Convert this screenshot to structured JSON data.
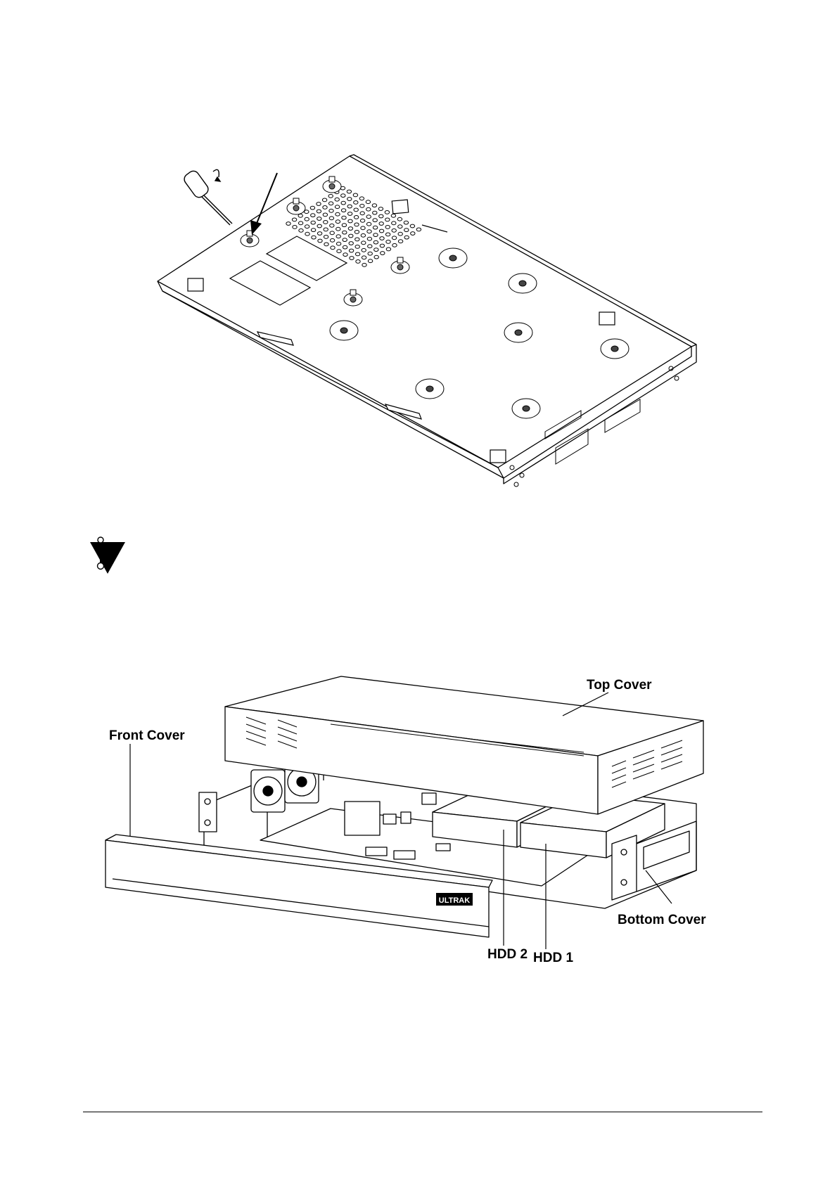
{
  "figure2": {
    "labels": {
      "top_cover": "Top Cover",
      "front_cover": "Front Cover",
      "bottom_cover": "Bottom Cover",
      "hdd2": "HDD 2",
      "hdd1": "HDD 1"
    },
    "brand_mark": "ULTRAK"
  },
  "colors": {
    "line": "#000000",
    "background": "#ffffff"
  }
}
